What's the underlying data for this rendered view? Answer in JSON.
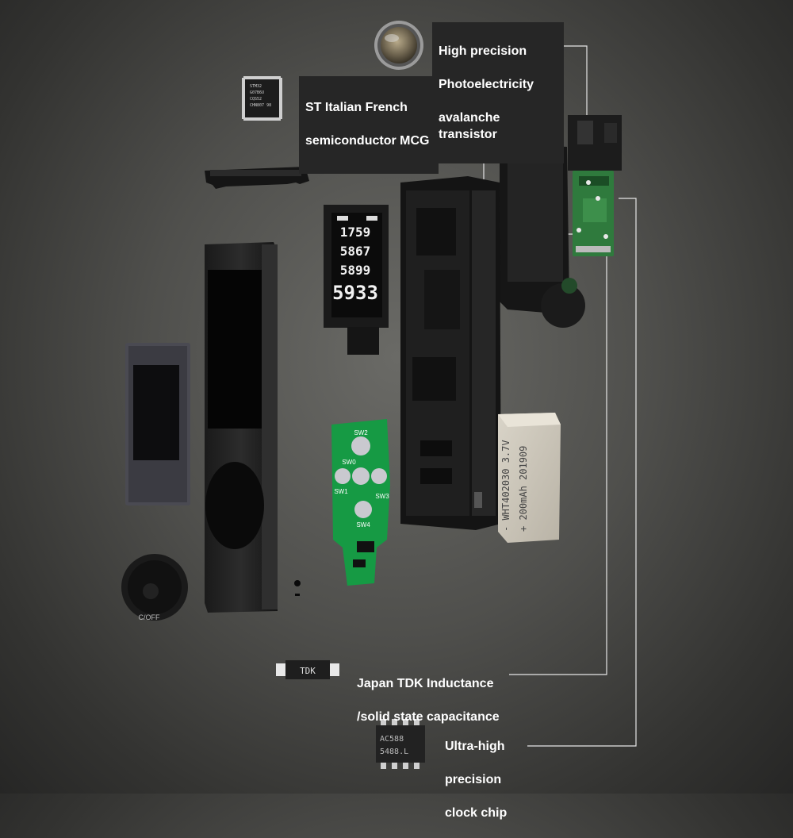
{
  "callouts": {
    "avalanche": {
      "line1": "High precision",
      "line2": "Photoelectricity",
      "line3": "avalanche transistor"
    },
    "mcu": {
      "line1": "ST Italian French",
      "line2": "semiconductor MCG"
    },
    "tdk": {
      "line1": "Japan TDK Inductance",
      "line2": "/solid state capacitance"
    },
    "clock": {
      "line1": "Ultra-high",
      "line2": "precision",
      "line3": "clock chip"
    }
  },
  "display": {
    "row1": "1759",
    "row2": "5867",
    "row3": "5899",
    "row4": "5933"
  },
  "battery": {
    "line1": "- WHT402030 3.7V",
    "line2": "+ 200mAh  201909"
  },
  "pcb": {
    "sw1": "SW1",
    "sw2": "SW2",
    "sw3": "SW3",
    "sw4": "SW4",
    "sw0": "SW0"
  },
  "chips": {
    "tdk_marking": "TDK",
    "clock_line1": "AC588",
    "clock_line2": "5488.L",
    "mcu_line1": "STM32",
    "mcu_line2": "G07B6U",
    "mcu_line3": "CQS52",
    "mcu_line4": "CHN807 98"
  },
  "button_cap": {
    "label_off": "C/OFF"
  }
}
